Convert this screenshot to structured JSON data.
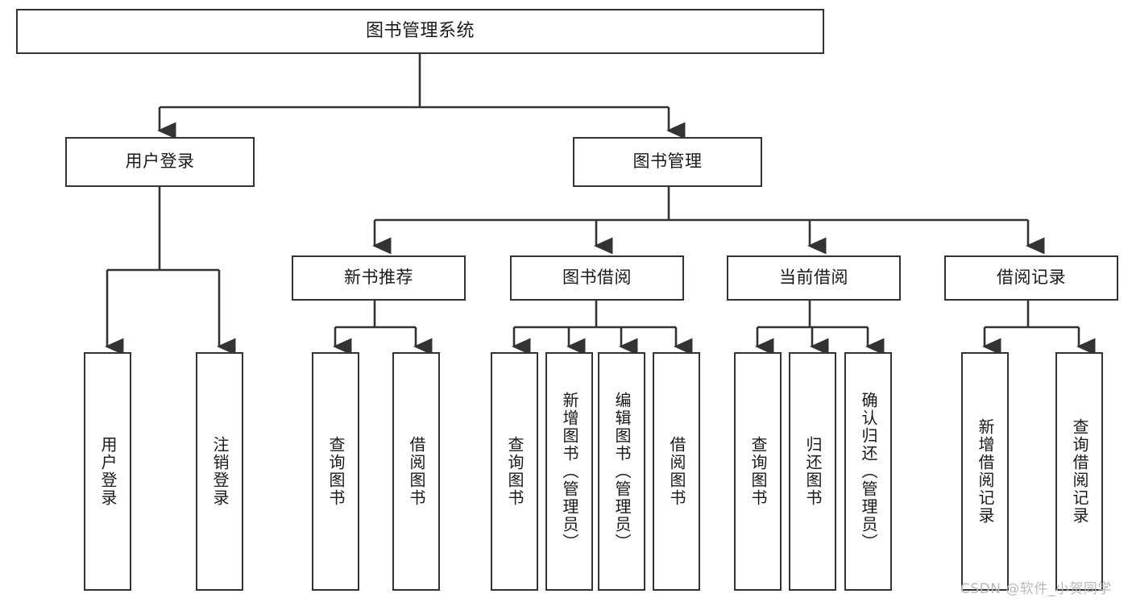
{
  "diagram": {
    "type": "tree-hierarchy-flowchart",
    "title": "图书管理系统",
    "levels": 4,
    "colors": {
      "box_border": "#333333",
      "box_fill": "#ffffff",
      "edge": "#333333",
      "text": "#1a1a1a",
      "watermark": "#b9b9b9",
      "background": "#ffffff"
    },
    "root": {
      "label": "图书管理系统"
    },
    "level2": [
      {
        "id": "user-login",
        "label": "用户登录"
      },
      {
        "id": "book-management",
        "label": "图书管理"
      }
    ],
    "level3": [
      {
        "id": "new-book-recommend",
        "label": "新书推荐",
        "parent": "book-management"
      },
      {
        "id": "book-borrow",
        "label": "图书借阅",
        "parent": "book-management"
      },
      {
        "id": "current-borrow",
        "label": "当前借阅",
        "parent": "book-management"
      },
      {
        "id": "borrow-record",
        "label": "借阅记录",
        "parent": "book-management"
      }
    ],
    "leaves": {
      "user-login": [
        {
          "id": "leaf-user-login",
          "label": "用户登录"
        },
        {
          "id": "leaf-logout-login",
          "label": "注销登录"
        }
      ],
      "new-book-recommend": [
        {
          "id": "leaf-query-book-1",
          "label": "查询图书"
        },
        {
          "id": "leaf-borrow-book-1",
          "label": "借阅图书"
        }
      ],
      "book-borrow": [
        {
          "id": "leaf-query-book-2",
          "label": "查询图书"
        },
        {
          "id": "leaf-add-book-admin",
          "label": "新增图书（管理员）"
        },
        {
          "id": "leaf-edit-book-admin",
          "label": "编辑图书（管理员）"
        },
        {
          "id": "leaf-borrow-book-2",
          "label": "借阅图书"
        }
      ],
      "current-borrow": [
        {
          "id": "leaf-query-book-3",
          "label": "查询图书"
        },
        {
          "id": "leaf-return-book",
          "label": "归还图书"
        },
        {
          "id": "leaf-confirm-return-admin",
          "label": "确认归还（管理员）"
        }
      ],
      "borrow-record": [
        {
          "id": "leaf-add-borrow-record",
          "label": "新增借阅记录"
        },
        {
          "id": "leaf-query-borrow-record",
          "label": "查询借阅记录"
        }
      ]
    }
  },
  "watermark": {
    "text": "CSDN @软件_小贺同学"
  }
}
